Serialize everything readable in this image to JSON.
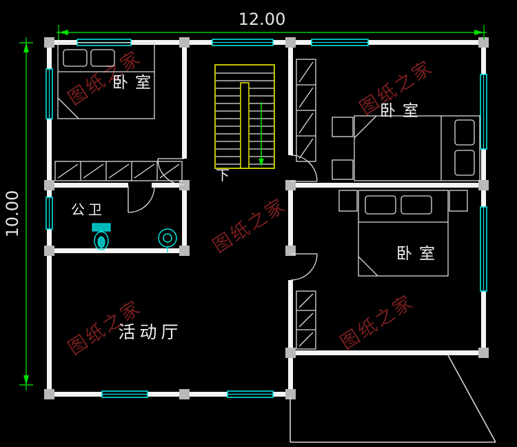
{
  "drawing": {
    "background": "#000000",
    "watermark": {
      "text": "图纸之家",
      "color": "#7e2020"
    },
    "dimensions": {
      "top": {
        "label": "12.00"
      },
      "left": {
        "label": "10.00"
      },
      "line_color": "#00cc00",
      "text_color": "#e6e6e6"
    },
    "rooms": {
      "bedroom_top_left": {
        "label": "卧室"
      },
      "bedroom_top_right": {
        "label": "卧室"
      },
      "bedroom_mid_right": {
        "label": "卧室"
      },
      "bathroom": {
        "label": "公卫"
      },
      "activity_hall": {
        "label": "活动厅"
      }
    },
    "stairs": {
      "down_label": "下",
      "outline_color": "#d9d900",
      "arrow_color": "#00dd00"
    },
    "colors": {
      "wall": "#f4f4f4",
      "column": "#b9b9b9",
      "window": "#00e5e5",
      "fixture": "#00e5e5",
      "furniture_line": "#dcdcdc",
      "label_text": "#f2f2f2"
    }
  }
}
